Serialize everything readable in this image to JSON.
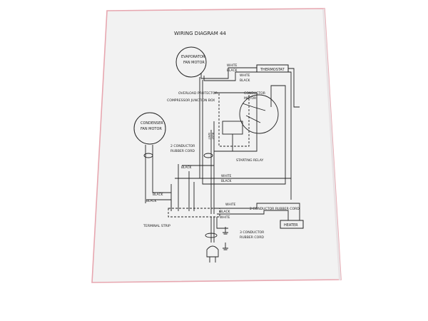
{
  "title": "WIRING DIAGRAM 44",
  "components": {
    "evaporator_fan_motor": [
      "EVAPORATOR",
      "FAN MOTOR"
    ],
    "condenser_fan_motor": [
      "CONDENSER",
      "FAN MOTOR"
    ],
    "thermostat": "THERMOSTAT",
    "heater": "HEATER",
    "overload_protector": "OVERLOAD PROTECTOR",
    "compressor_junction_box": "COMPRESSOR JUNCTION BOX",
    "compressor_motor": [
      "CONDUCTOR",
      "MOTOR"
    ],
    "starting_relay": "STARTING RELAY",
    "terminal_strip": "TERMINAL STRIP",
    "cord_2_upper": [
      "2 CONDUCTOR",
      "RUBBER CORD"
    ],
    "cord_2_right": "2 CONDUCTOR RUBBER CORD",
    "cord_3": [
      "3 CONDUCTOR",
      "RUBBER CORD"
    ]
  },
  "wire_labels": {
    "white": "WHITE",
    "black": "BLACK",
    "white_short": "WHIT",
    "black_short": "BLAC"
  },
  "colors": {
    "paper": "#f3f3f3",
    "ink": "#222222",
    "frame_highlight": "#e9a3ad"
  }
}
